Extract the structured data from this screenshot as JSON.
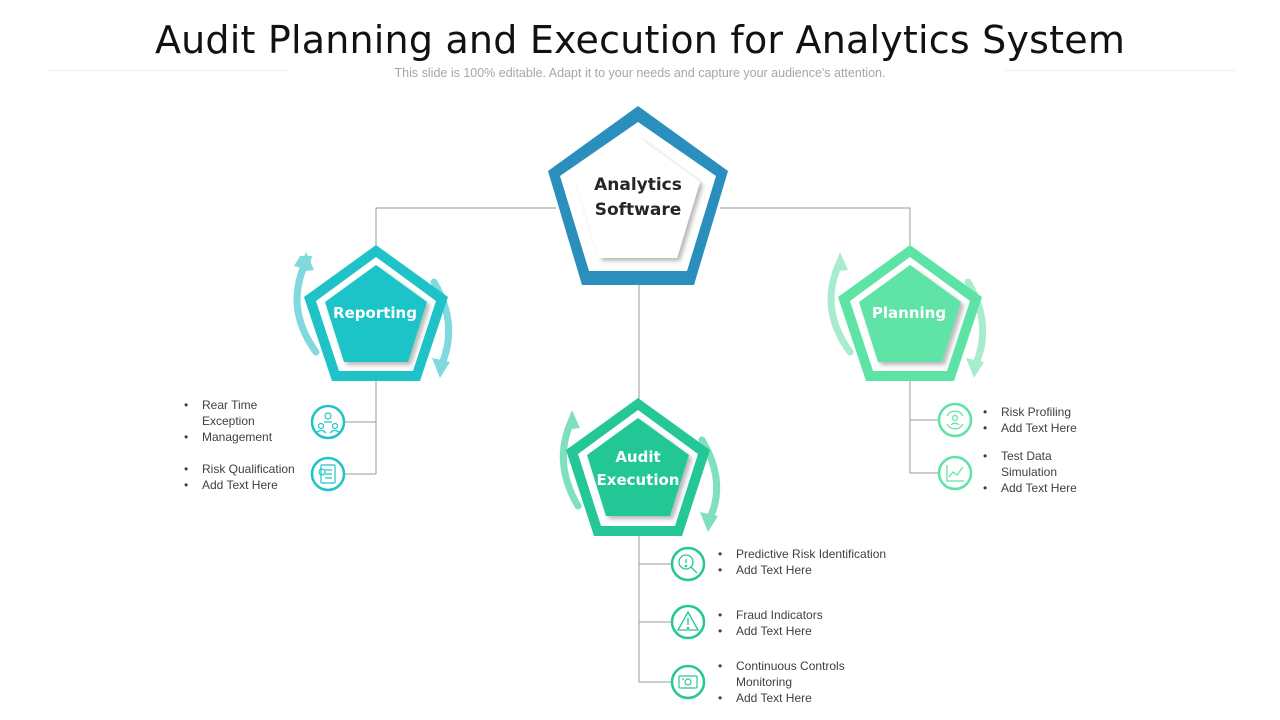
{
  "title": "Audit Planning and Execution for Analytics System",
  "subtitle": "This slide is 100% editable. Adapt it to your needs and capture your audience's attention.",
  "colors": {
    "center_blue": "#2a8fbd",
    "reporting_teal": "#1fc3c7",
    "execution_green": "#24c795",
    "planning_green": "#4fe0a4",
    "connector_gray": "#9a9a9a"
  },
  "nodes": {
    "center": {
      "line1": "Analytics",
      "line2": "Software"
    },
    "reporting": {
      "label": "Reporting"
    },
    "planning": {
      "label": "Planning"
    },
    "execution": {
      "line1": "Audit",
      "line2": "Execution"
    }
  },
  "reporting_items": [
    {
      "icon": "people-icon",
      "bullets": [
        "Rear Time",
        "Exception",
        "Management"
      ]
    },
    {
      "icon": "document-icon",
      "bullets": [
        "Risk Qualification",
        "Add Text Here"
      ]
    }
  ],
  "planning_items": [
    {
      "icon": "user-cycle-icon",
      "bullets": [
        "Risk Profiling",
        "Add Text Here"
      ]
    },
    {
      "icon": "line-chart-icon",
      "bullets": [
        "Test Data",
        "Simulation",
        "Add Text Here"
      ]
    }
  ],
  "execution_items": [
    {
      "icon": "magnifier-icon",
      "bullets": [
        "Predictive Risk Identification",
        "Add Text Here"
      ]
    },
    {
      "icon": "warning-icon",
      "bullets": [
        "Fraud Indicators",
        "Add Text Here"
      ]
    },
    {
      "icon": "monitor-icon",
      "bullets": [
        "Continuous Controls",
        "Monitoring",
        "Add Text Here"
      ]
    }
  ]
}
